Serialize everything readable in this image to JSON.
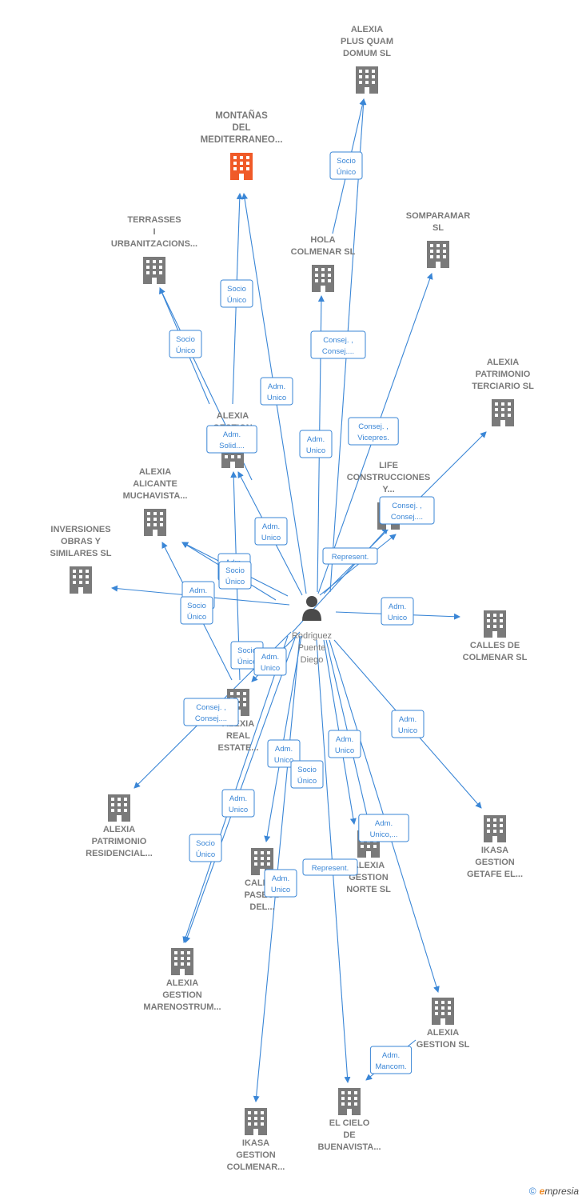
{
  "colors": {
    "company": "#7a7a7a",
    "highlight": "#f05a28",
    "edge": "#3a86d6",
    "person": "#4a4a4a"
  },
  "person": {
    "name_lines": [
      "Rodriguez",
      "Puente",
      "Diego"
    ]
  },
  "companies": [
    {
      "id": "montanas",
      "lines": [
        "MONTAÑAS",
        "DEL",
        "MEDITERRANEO..."
      ],
      "highlight": true
    },
    {
      "id": "alexia_plus",
      "lines": [
        "ALEXIA",
        "PLUS QUAM",
        "DOMUM  SL"
      ]
    },
    {
      "id": "terrasses",
      "lines": [
        "TERRASSES",
        "I",
        "URBANITZACIONS..."
      ]
    },
    {
      "id": "hola",
      "lines": [
        "HOLA",
        "COLMENAR  SL"
      ]
    },
    {
      "id": "somparamar",
      "lines": [
        "SOMPARAMAR",
        "SL"
      ]
    },
    {
      "id": "patrimonio_terciario",
      "lines": [
        "ALEXIA",
        "PATRIMONIO",
        "TERCIARIO  SL"
      ]
    },
    {
      "id": "alexia_gestion_top",
      "lines": [
        "ALEXIA",
        "GESTION"
      ]
    },
    {
      "id": "life",
      "lines": [
        "LIFE",
        "CONSTRUCCIONES",
        "Y..."
      ]
    },
    {
      "id": "alicante",
      "lines": [
        "ALEXIA",
        "ALICANTE",
        "MUCHAVISTA..."
      ]
    },
    {
      "id": "inversiones",
      "lines": [
        "INVERSIONES",
        "OBRAS Y",
        "SIMILARES SL"
      ]
    },
    {
      "id": "calles_colmenar",
      "lines": [
        "CALLES DE",
        "COLMENAR  SL"
      ]
    },
    {
      "id": "real_estate",
      "lines": [
        "ALEXIA",
        "REAL",
        "ESTATE..."
      ]
    },
    {
      "id": "patrimonio_residencial",
      "lines": [
        "ALEXIA",
        "PATRIMONIO",
        "RESIDENCIAL..."
      ]
    },
    {
      "id": "ikasa_getafe",
      "lines": [
        "IKASA",
        "GESTION",
        "GETAFE EL..."
      ]
    },
    {
      "id": "calles_paseos",
      "lines": [
        "CALLES",
        "PASEOS",
        "DEL..."
      ]
    },
    {
      "id": "gestion_norte",
      "lines": [
        "ALEXIA",
        "GESTION",
        "NORTE  SL"
      ]
    },
    {
      "id": "marenostrum",
      "lines": [
        "ALEXIA",
        "GESTION",
        "MARENOSTRUM..."
      ]
    },
    {
      "id": "alexia_gestion_sl",
      "lines": [
        "ALEXIA",
        "GESTION  SL"
      ]
    },
    {
      "id": "ikasa_colmenar",
      "lines": [
        "IKASA",
        "GESTION",
        "COLMENAR..."
      ]
    },
    {
      "id": "el_cielo",
      "lines": [
        "EL CIELO",
        "DE",
        "BUENAVISTA..."
      ]
    }
  ],
  "relations": [
    {
      "lines": [
        "Socio",
        "Único"
      ]
    },
    {
      "lines": [
        "Socio",
        "Único"
      ]
    },
    {
      "lines": [
        "Socio",
        "Único"
      ]
    },
    {
      "lines": [
        "Consej. ,",
        "Consej...."
      ]
    },
    {
      "lines": [
        "Adm.",
        "Unico"
      ]
    },
    {
      "lines": [
        "Consej. ,",
        "Vicepres."
      ]
    },
    {
      "lines": [
        "Adm.",
        "Solid...."
      ]
    },
    {
      "lines": [
        "Adm.",
        "Unico"
      ]
    },
    {
      "lines": [
        "Consej. ,",
        "Consej...."
      ]
    },
    {
      "lines": [
        "Adm.",
        "Unico"
      ]
    },
    {
      "lines": [
        "Represent."
      ]
    },
    {
      "lines": [
        "Adm.",
        "Unico"
      ]
    },
    {
      "lines": [
        "Socio",
        "Único"
      ]
    },
    {
      "lines": [
        "Adm.",
        "Unico"
      ]
    },
    {
      "lines": [
        "Socio",
        "Único"
      ]
    },
    {
      "lines": [
        "Adm.",
        "Unico,..."
      ]
    },
    {
      "lines": [
        "Adm.",
        "Unico"
      ]
    },
    {
      "lines": [
        "Socio",
        "Único"
      ]
    },
    {
      "lines": [
        "Adm.",
        "Unico"
      ]
    },
    {
      "lines": [
        "Consej. ,",
        "Consej...."
      ]
    },
    {
      "lines": [
        "Adm.",
        "Unico"
      ]
    },
    {
      "lines": [
        "Adm.",
        "Unico"
      ]
    },
    {
      "lines": [
        "Socio",
        "Único"
      ]
    },
    {
      "lines": [
        "Adm.",
        "Unico"
      ]
    },
    {
      "lines": [
        "Adm.",
        "Unico"
      ]
    },
    {
      "lines": [
        "Socio",
        "Único"
      ]
    },
    {
      "lines": [
        "Adm.",
        "Unico,..."
      ]
    },
    {
      "lines": [
        "Represent."
      ]
    },
    {
      "lines": [
        "Adm.",
        "Unico"
      ]
    },
    {
      "lines": [
        "Adm.",
        "Mancom."
      ]
    }
  ],
  "footer": {
    "copyright": "©",
    "brand_first": "e",
    "brand_rest": "mpresia"
  }
}
